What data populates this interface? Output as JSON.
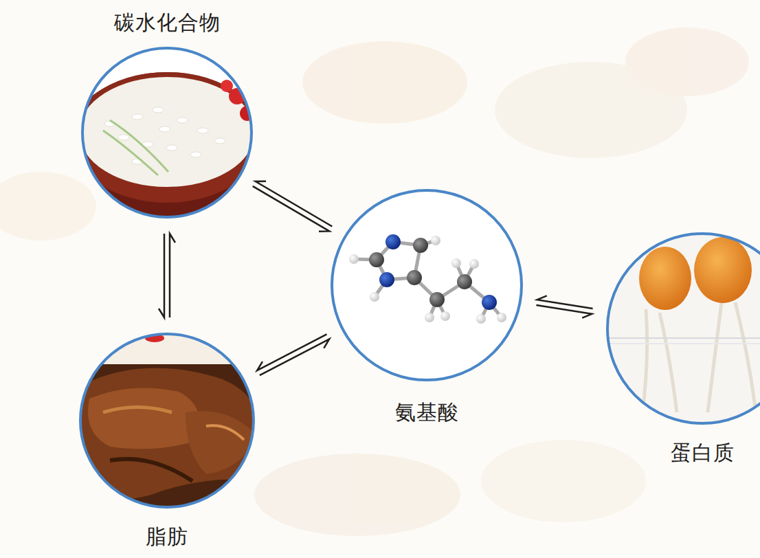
{
  "diagram": {
    "nodes": [
      {
        "text": [
          "碳水化合物"
        ]
      },
      {
        "text": [
          "脂肪"
        ]
      },
      {
        "text": [
          "氨基酸"
        ]
      },
      {
        "text": [
          "蛋白质"
        ]
      }
    ],
    "edges": [
      {
        "from": 0,
        "to": 2,
        "arrow": "both"
      },
      {
        "from": 0,
        "to": 1,
        "arrow": "both"
      },
      {
        "from": 1,
        "to": 2,
        "arrow": "both"
      },
      {
        "from": 2,
        "to": 3,
        "arrow": "both"
      }
    ]
  }
}
